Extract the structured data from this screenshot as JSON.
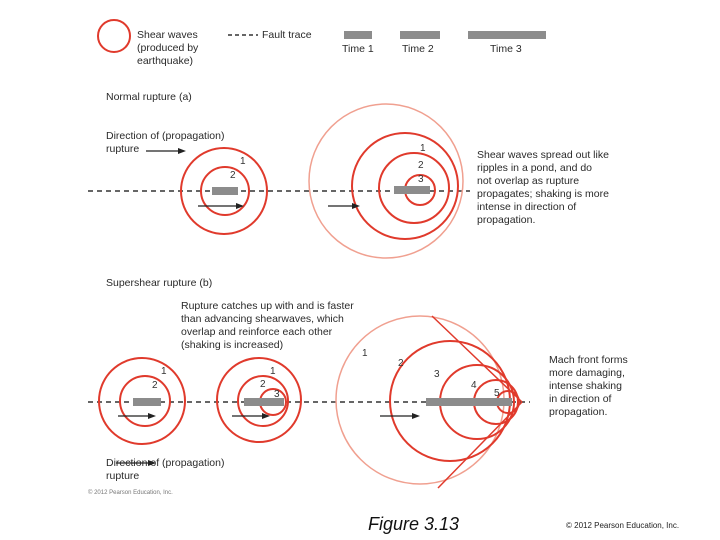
{
  "legend": {
    "shear_waves": "Shear waves\n(produced by\nearthquake)",
    "fault_trace": "Fault trace",
    "time1": "Time 1",
    "time2": "Time 2",
    "time3": "Time 3"
  },
  "normal": {
    "title": "Normal rupture (a)",
    "direction": "Direction of (propagation)\nrupture",
    "note": "Shear waves spread out like\nripples in a pond, and do\nnot overlap as rupture\npropagates; shaking is more\nintense in direction of\npropagation.",
    "labels": [
      "1",
      "2",
      "1",
      "2",
      "3"
    ]
  },
  "supershear": {
    "title": "Supershear rupture (b)",
    "callout": "Rupture catches up with and is faster\nthan advancing shearwaves, which\noverlap and reinforce each other\n(shaking is increased)",
    "mach": "Mach front forms\nmore damaging,\nintense shaking\nin direction of\npropagation.",
    "direction": "Direction of (propagation)\nrupture",
    "labels": [
      "1",
      "2",
      "1",
      "2",
      "3",
      "1",
      "2",
      "3",
      "4",
      "5"
    ]
  },
  "small_copyright": "© 2012 Pearson Education, Inc.",
  "caption": "Figure 3.13",
  "footer": "© 2012 Pearson Education, Inc.",
  "colors": {
    "wave": "#e03a2c",
    "wave_light": "#f0a090",
    "fault": "#8c8c8c"
  }
}
